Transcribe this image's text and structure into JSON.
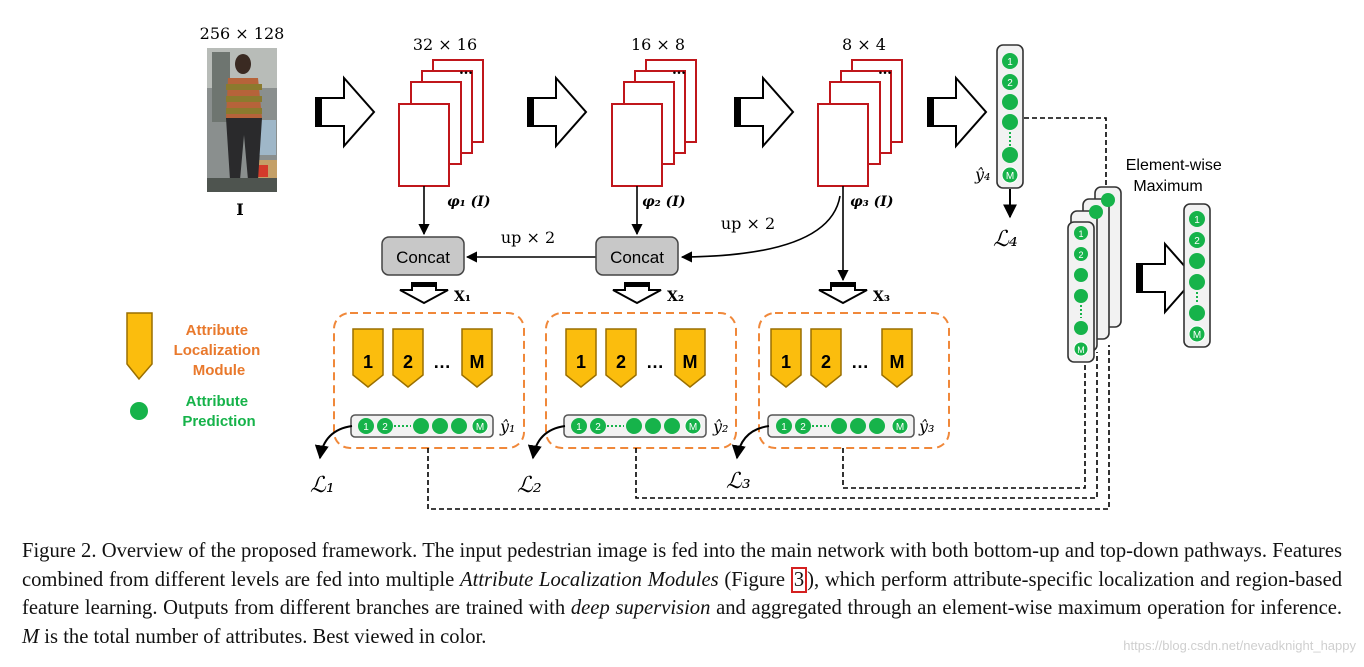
{
  "diagram": {
    "input": {
      "size_label": "256 × 128",
      "label": "I"
    },
    "feature_sizes": [
      "32 × 16",
      "16 × 8",
      "8 × 4"
    ],
    "phi_labels": [
      "φ₁ (I)",
      "φ₂ (I)",
      "φ₃ (I)"
    ],
    "ellipsis": "…",
    "concat_label": "Concat",
    "upsample_label": "up × 2",
    "x_labels": [
      "X₁",
      "X₂",
      "X₃"
    ],
    "alm_indices": [
      "1",
      "2",
      "M"
    ],
    "pred_circle_labels": [
      "1",
      "2",
      "M"
    ],
    "yhat_labels": [
      "ŷ₁",
      "ŷ₂",
      "ŷ₃",
      "ŷ₄"
    ],
    "loss_labels": [
      "ℒ₁",
      "ℒ₂",
      "ℒ₃",
      "ℒ₄"
    ],
    "legend": {
      "alm": "Attribute Localization Module",
      "prediction": "Attribute Prediction"
    },
    "elementwise_max": "Element-wise Maximum"
  },
  "caption": {
    "prefix": "Figure 2. Overview of the proposed framework.  The input pedestrian image is fed into the main network with both bottom-up and top-down pathways. Features combined from different levels are fed into multiple ",
    "alm_italic": "Attribute Localization Modules",
    "fig_ref_pre": " (Figure ",
    "fig_ref_num": "3",
    "after_ref": "), which perform attribute-specific localization and region-based feature learning.  Outputs from different branches are trained with ",
    "deep_supervision": "deep supervision",
    "after_ds": " and aggregated through an element-wise maximum operation for inference. ",
    "m_symbol": "M",
    "ending": " is the total number of attributes. Best viewed in color."
  },
  "watermark": "https://blog.csdn.net/nevadknight_happy",
  "colors": {
    "feature_border": "#c0161b",
    "alm_fill": "#fbbd0d",
    "alm_group_border": "#f0883a",
    "legend_text": "#e9792c",
    "prediction_green": "#16b34a",
    "concat_fill": "#c8c8c8"
  }
}
